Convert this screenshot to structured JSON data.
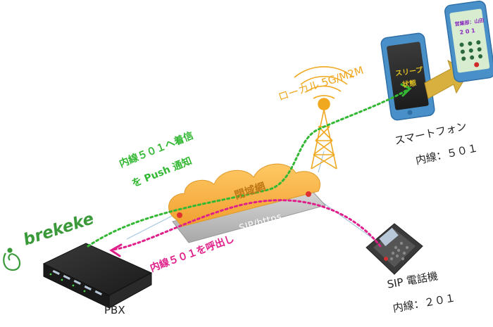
{
  "labels": {
    "local_network": "ローカル 5G/M2M",
    "push_line1": "内線５０１へ着信",
    "push_line2": "を Push 通知",
    "call": "内線５０１を呼出し",
    "closed_network": "閉域網",
    "protocol": "SIP/https",
    "brand": "brekeke"
  },
  "devices": {
    "smartphone": {
      "name": "スマートフォン",
      "ext": "内線：５０１"
    },
    "sip_phone": {
      "name": "SIP 電話機",
      "ext": "内線：２０１"
    },
    "pbx": {
      "name": "PBX"
    }
  },
  "phone_screens": {
    "sleep_line1": "スリープ",
    "sleep_line2": "状態",
    "caller_line1": "営業部：山田",
    "caller_line2": "2 0 1"
  },
  "colors": {
    "push": "#33b833",
    "call": "#e0208a",
    "cloud": "#f5b040",
    "tower": "#f0a820"
  }
}
